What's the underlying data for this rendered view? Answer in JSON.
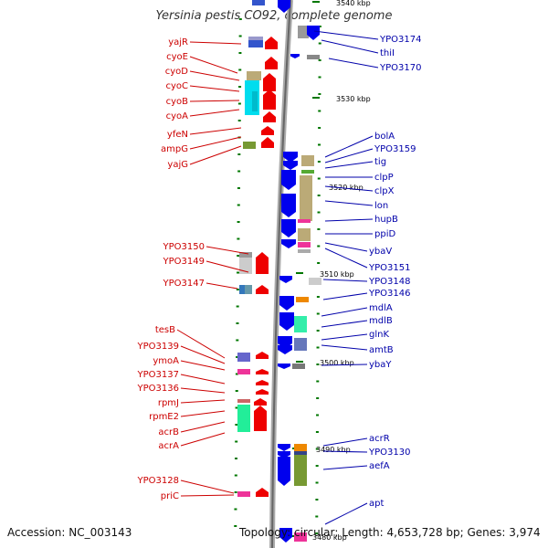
{
  "title": "Yersinia pestis CO92, complete genome",
  "footer": {
    "accession": "Accession: NC_003143",
    "topology": "Topology: circular; Length: 4,653,728 bp; Genes: 3,974"
  },
  "colors": {
    "left_label": "#cc0000",
    "right_label": "#0000aa",
    "axis": "#999999",
    "tick": "#007700",
    "red_arrow": "#ee0000",
    "blue_arrow": "#0000ee"
  },
  "scale_ticks": [
    "3540 kbp",
    "3530 kbp",
    "3520 kbp",
    "3510 kbp",
    "3500 kbp",
    "3490 kbp",
    "3480 kbp"
  ],
  "left_labels": [
    "yajR",
    "cyoE",
    "cyoD",
    "cyoC",
    "cyoB",
    "cyoA",
    "yfeN",
    "ampG",
    "yajG",
    "YPO3150",
    "YPO3149",
    "YPO3147",
    "tesB",
    "YPO3139",
    "ymoA",
    "YPO3137",
    "YPO3136",
    "rpmJ",
    "rpmE2",
    "acrB",
    "acrA",
    "YPO3128",
    "priC"
  ],
  "right_labels": [
    "YPO3174",
    "thiI",
    "YPO3170",
    "bolA",
    "YPO3159",
    "tig",
    "clpP",
    "clpX",
    "lon",
    "hupB",
    "ppiD",
    "ybaV",
    "YPO3151",
    "YPO3148",
    "YPO3146",
    "mdlA",
    "mdlB",
    "glnK",
    "amtB",
    "ybaY",
    "acrR",
    "YPO3130",
    "aefA",
    "apt"
  ]
}
